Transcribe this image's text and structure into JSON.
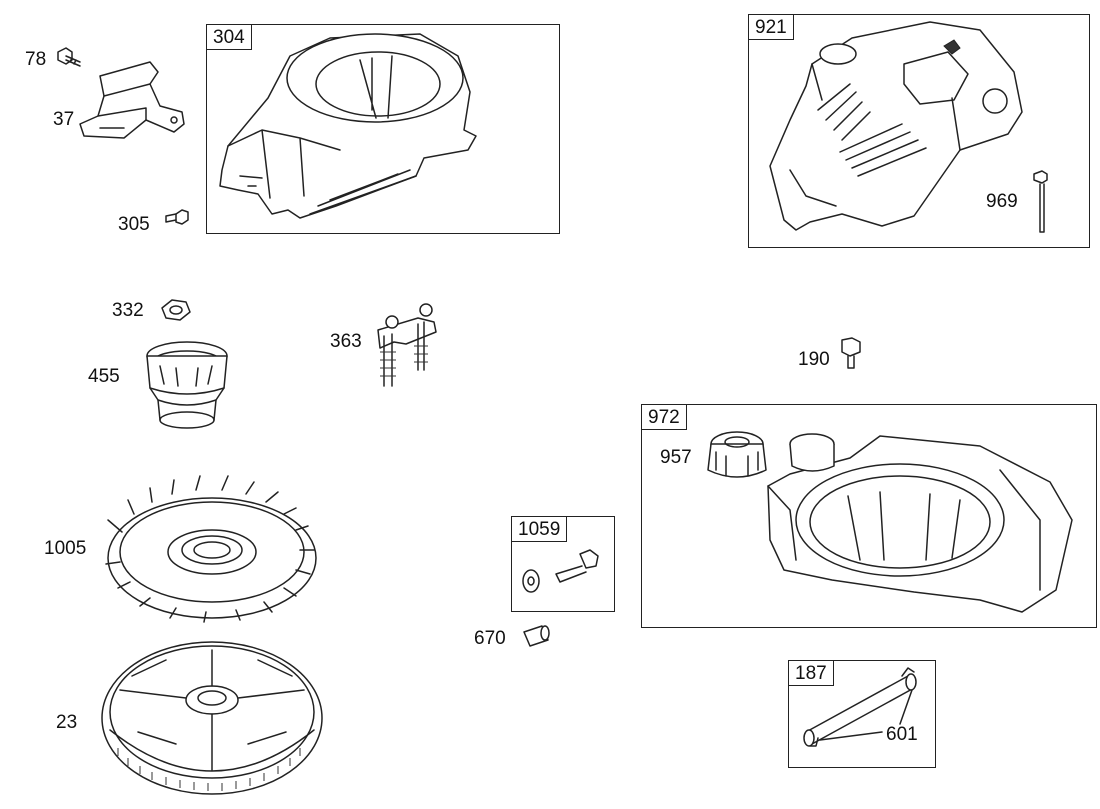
{
  "labels": {
    "p78": "78",
    "p37": "37",
    "p305": "305",
    "p332": "332",
    "p455": "455",
    "p363": "363",
    "p1005": "1005",
    "p23": "23",
    "p670": "670",
    "p190": "190",
    "p957": "957",
    "p969": "969",
    "p601": "601"
  },
  "boxes": {
    "b304": "304",
    "b921": "921",
    "b972": "972",
    "b1059": "1059",
    "b187": "187"
  }
}
